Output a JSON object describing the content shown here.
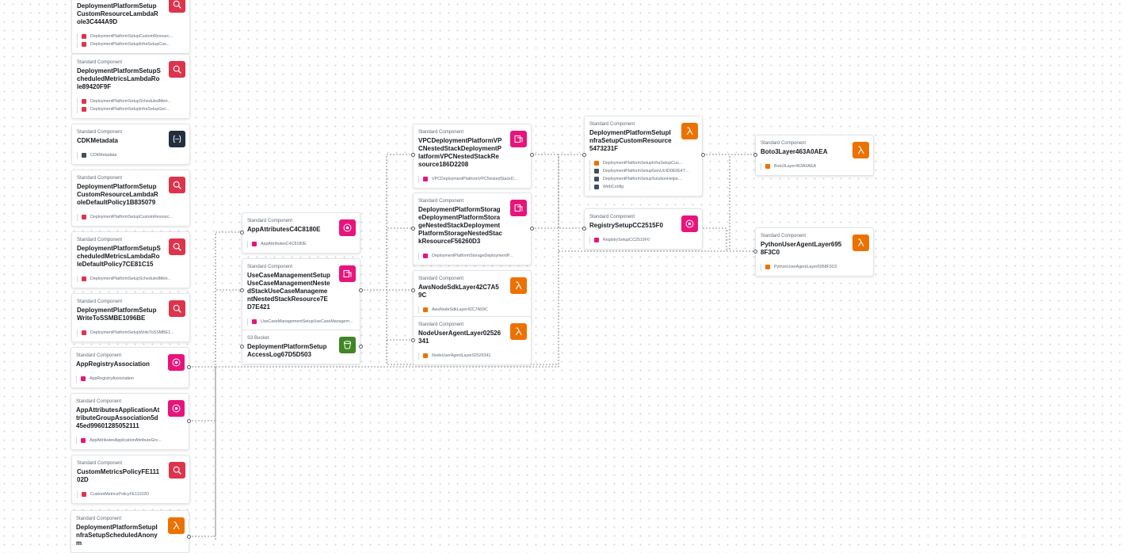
{
  "nodes": [
    {
      "id": "n1",
      "kind": "Standard Component",
      "title": "DeploymentPlatformSetupCustomResourceLambdaRole3C444A9D",
      "icon": "security-icon",
      "refs": [
        {
          "text": "DeploymentPlatformSetupCustomResourc...",
          "color": "#dd344c"
        },
        {
          "text": "DeploymentPlatformSetupInfraSetupCus...",
          "color": "#dd344c"
        }
      ]
    },
    {
      "id": "n2",
      "kind": "Standard Component",
      "title": "DeploymentPlatformSetupScheduledMetricsLambdaRole89420F9F",
      "icon": "security-icon",
      "refs": [
        {
          "text": "DeploymentPlatformSetupScheduledMetr...",
          "color": "#dd344c"
        },
        {
          "text": "DeploymentPlatformSetupInfraSetupGet...",
          "color": "#dd344c"
        }
      ]
    },
    {
      "id": "n3",
      "kind": "Standard Component",
      "title": "CDKMetadata",
      "icon": "metadata-icon",
      "refs": [
        {
          "text": "CDKMetadata",
          "color": "#414d5c"
        }
      ]
    },
    {
      "id": "n4",
      "kind": "Standard Component",
      "title": "DeploymentPlatformSetupCustomResourceLambdaRoleDefaultPolicy1B835079",
      "icon": "security-icon",
      "refs": [
        {
          "text": "DeploymentPlatformSetupCustomResourc...",
          "color": "#dd344c"
        }
      ]
    },
    {
      "id": "n5",
      "kind": "Standard Component",
      "title": "DeploymentPlatformSetupScheduledMetricsLambdaRoleDefaultPolicy7CE81C15",
      "icon": "security-icon",
      "refs": [
        {
          "text": "DeploymentPlatformSetupScheduledMetr...",
          "color": "#dd344c"
        }
      ]
    },
    {
      "id": "n6",
      "kind": "Standard Component",
      "title": "DeploymentPlatformSetupWriteToSSMBE1096BE",
      "icon": "security-icon",
      "refs": [
        {
          "text": "DeploymentPlatformSetupWriteToSSMBE1...",
          "color": "#dd344c"
        }
      ]
    },
    {
      "id": "n7",
      "kind": "Standard Component",
      "title": "AppRegistryAssociation",
      "icon": "registry-icon",
      "refs": [
        {
          "text": "AppRegistryAssociation",
          "color": "#e7157b"
        }
      ]
    },
    {
      "id": "n8",
      "kind": "Standard Component",
      "title": "AppAttributesApplicationAttributeGroupAssociation5d45ed99601285052111",
      "icon": "registry-icon",
      "refs": [
        {
          "text": "AppAttributesApplicationAttributeGro...",
          "color": "#e7157b"
        }
      ]
    },
    {
      "id": "n9",
      "kind": "Standard Component",
      "title": "CustomMetricsPolicyFE11102D",
      "icon": "security-icon",
      "refs": [
        {
          "text": "CustomMetricsPolicyFE11102D",
          "color": "#dd344c"
        }
      ]
    },
    {
      "id": "n10",
      "kind": "Standard Component",
      "title": "DeploymentPlatformSetupInfraSetupScheduledAnonym",
      "icon": "lambda-icon",
      "refs": []
    },
    {
      "id": "n11",
      "kind": "Standard Component",
      "title": "AppAttributesC4C8180E",
      "icon": "registry-icon",
      "refs": [
        {
          "text": "AppAttributesC4C8180E",
          "color": "#e7157b"
        }
      ]
    },
    {
      "id": "n12",
      "kind": "Standard Component",
      "title": "UseCaseManagementSetupUseCaseManagementNestedStackUseCaseManagementNestedStackResource7ED7E421",
      "icon": "stack-icon",
      "refs": [
        {
          "text": "UseCaseManagementSetupUseCaseManagem...",
          "color": "#e7157b"
        }
      ]
    },
    {
      "id": "n13",
      "kind": "S3 Bucket",
      "title": "DeploymentPlatformSetupAccessLog67D5D503",
      "icon": "bucket-icon",
      "refs": []
    },
    {
      "id": "n14",
      "kind": "Standard Component",
      "title": "VPCDeploymentPlatformVPCNestedStackDeploymentPlatformVPCNestedStackResource186D2208",
      "icon": "stack-icon",
      "refs": [
        {
          "text": "VPCDeploymentPlatformVPCNestedStackD...",
          "color": "#e7157b"
        }
      ]
    },
    {
      "id": "n15",
      "kind": "Standard Component",
      "title": "DeploymentPlatformStorageDeploymentPlatformStorageNestedStackDeploymentPlatformStorageNestedStackResourceF56260D3",
      "icon": "stack-icon",
      "refs": [
        {
          "text": "DeploymentPlatformStorageDeploymentP...",
          "color": "#e7157b"
        }
      ]
    },
    {
      "id": "n16",
      "kind": "Standard Component",
      "title": "AwsNodeSdkLayer42C7A59C",
      "icon": "lambda-icon",
      "refs": [
        {
          "text": "AwsNodeSdkLayer42C7A59C",
          "color": "#ed7100"
        }
      ]
    },
    {
      "id": "n17",
      "kind": "Standard Component",
      "title": "NodeUserAgentLayer02526341",
      "icon": "lambda-icon",
      "refs": [
        {
          "text": "NodeUserAgentLayer02526341",
          "color": "#ed7100"
        }
      ]
    },
    {
      "id": "n18",
      "kind": "Standard Component",
      "title": "DeploymentPlatformSetupInfraSetupCustomResource5473231F",
      "icon": "lambda-icon",
      "refs": [
        {
          "text": "DeploymentPlatformSetupInfraSetupCus...",
          "color": "#ed7100"
        },
        {
          "text": "DeploymentPlatformSetupGenUUID0E0E47...",
          "color": "#414d5c"
        },
        {
          "text": "DeploymentPlatformSetupSolutionHelpe...",
          "color": "#414d5c"
        },
        {
          "text": "WebConfig",
          "color": "#414d5c"
        }
      ]
    },
    {
      "id": "n19",
      "kind": "Standard Component",
      "title": "RegistrySetupCC2515F0",
      "icon": "registry-icon",
      "refs": [
        {
          "text": "RegistrySetupCC2515F0",
          "color": "#e7157b"
        }
      ]
    },
    {
      "id": "n20",
      "kind": "Standard Component",
      "title": "Boto3Layer463A0AEA",
      "icon": "lambda-icon",
      "refs": [
        {
          "text": "Boto3Layer463A0AEA",
          "color": "#ed7100"
        }
      ]
    },
    {
      "id": "n21",
      "kind": "Standard Component",
      "title": "PythonUserAgentLayer6958F3C0",
      "icon": "lambda-icon",
      "refs": [
        {
          "text": "PythonUserAgentLayer6958F3C0",
          "color": "#ed7100"
        }
      ]
    }
  ]
}
